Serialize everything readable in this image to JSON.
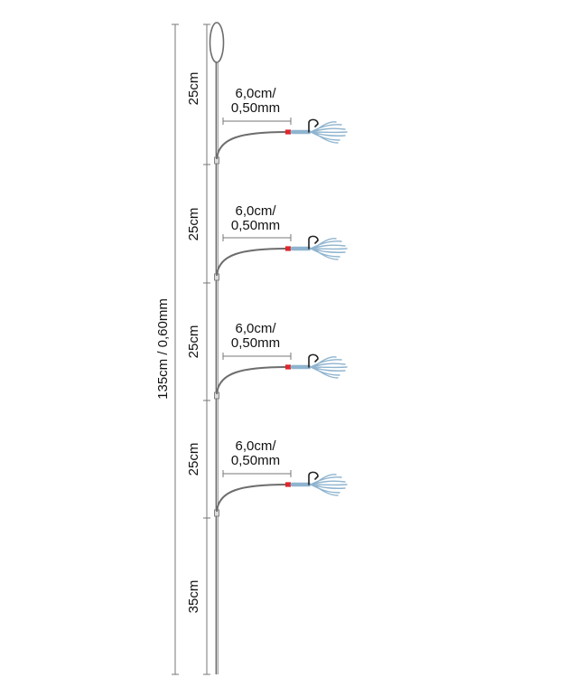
{
  "diagram": {
    "total_label": "135cm / 0,60mm",
    "segments": [
      {
        "label": "25cm"
      },
      {
        "label": "25cm"
      },
      {
        "label": "25cm"
      },
      {
        "label": "25cm"
      },
      {
        "label": "35cm"
      }
    ],
    "droppers": [
      {
        "length_label": "6,0cm/",
        "diameter_label": "0,50mm"
      },
      {
        "length_label": "6,0cm/",
        "diameter_label": "0,50mm"
      },
      {
        "length_label": "6,0cm/",
        "diameter_label": "0,50mm"
      },
      {
        "length_label": "6,0cm/",
        "diameter_label": "0,50mm"
      }
    ],
    "colors": {
      "line": "#6d6d6d",
      "bead": "#e0262b",
      "lure": "#8fb4cf",
      "hook": "#222222",
      "dimension": "#777777"
    }
  }
}
